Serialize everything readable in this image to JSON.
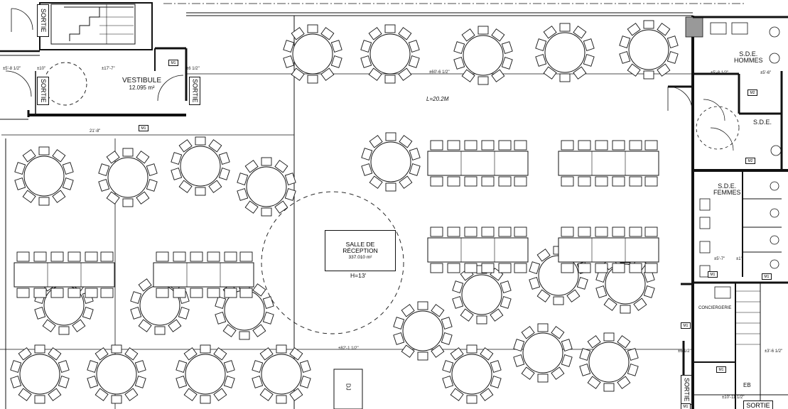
{
  "rooms": {
    "vestibule": {
      "name": "VESTIBULE",
      "area": "12.095 m²"
    },
    "hall": {
      "name_line1": "SALLE DE",
      "name_line2": "RÉCEPTION",
      "area": "337.010 m²",
      "height": "H=13'"
    },
    "sde_hommes": {
      "line1": "S.D.E.",
      "line2": "HOMMES"
    },
    "sde": {
      "line1": "S.D.E."
    },
    "sde_femmes": {
      "line1": "S.D.E.",
      "line2": "FEMMES"
    },
    "conciergerie": "CONCIERGERIE",
    "eb": "EB",
    "dj": "DJ"
  },
  "length_label": "L=20.2M",
  "exits": {
    "label": "SORTIE"
  },
  "tags": {
    "m1": "M1",
    "m2": "M2"
  },
  "dimensions": {
    "d1": "±5'-8 1/2\"",
    "d2": "±10\"",
    "d3": "±17'-7\"",
    "d4": "±6 1/2\"",
    "d5": "±60'-6 1/2\"",
    "d6": "21'-8\"",
    "d7": "±82'-1 1/2\"",
    "d8": "±6 1/2\"",
    "d9": "±5'-8 1/2\"",
    "d10": "±5'-6\"",
    "d11": "±10'-11 1/2\"",
    "d12": "±3'-6 1/2\"",
    "d13": "±5'-7\"",
    "d14": "±1'"
  }
}
